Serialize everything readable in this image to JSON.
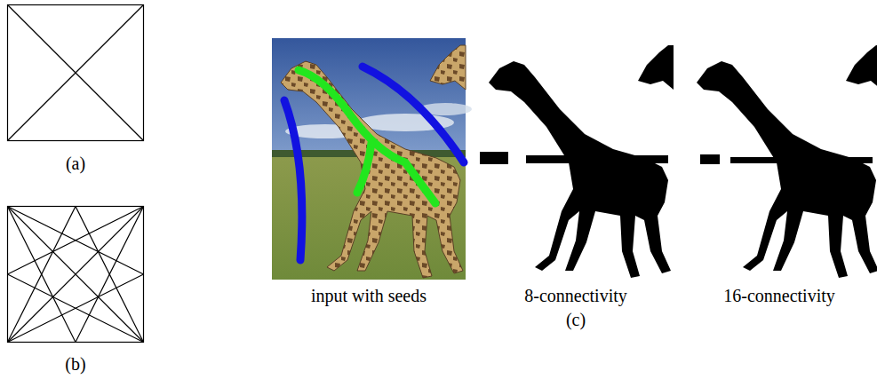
{
  "diagram": {
    "labels": [
      "(a)",
      "(b)",
      "input with seeds",
      "8-connectivity",
      "16-connectivity",
      "(c)"
    ]
  }
}
